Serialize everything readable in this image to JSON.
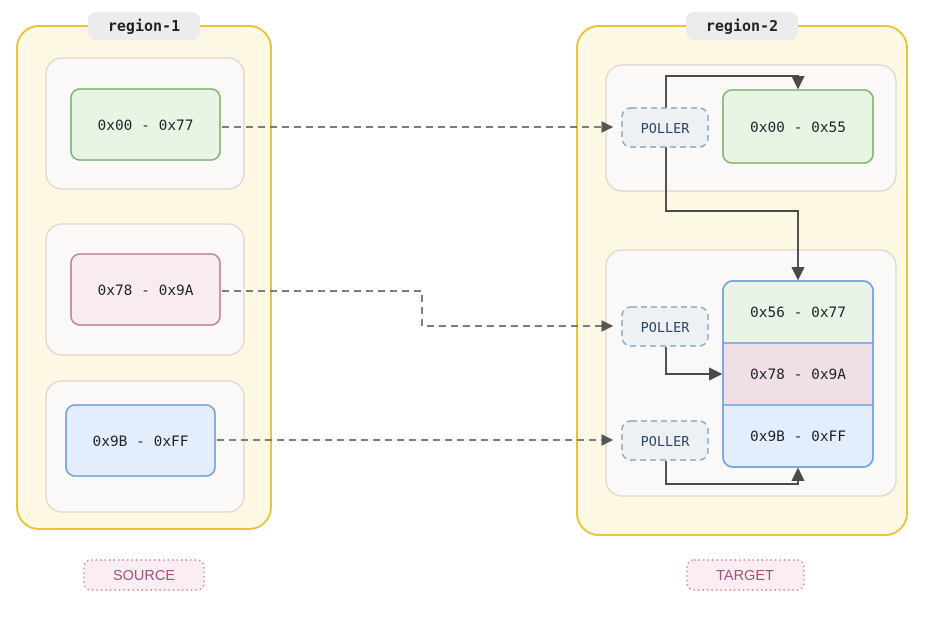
{
  "diagram": {
    "title_visible": false,
    "background": "#ffffff",
    "regions": [
      {
        "id": "region-1",
        "label": "region-1",
        "role_label": "SOURCE",
        "border_color": "#e8c33c",
        "fill_color": "#fdf8e3",
        "cards": [
          {
            "id": "src-card-1",
            "block": {
              "text": "0x00 - 0x77",
              "fill": "#e9f5e4",
              "border": "#7cb36a",
              "text_color": "#1f2328"
            }
          },
          {
            "id": "src-card-2",
            "block": {
              "text": "0x78 - 0x9A",
              "fill": "#f9ecf1",
              "border": "#c07e9b",
              "text_color": "#1f2328"
            }
          },
          {
            "id": "src-card-3",
            "block": {
              "text": "0x9B - 0xFF",
              "fill": "#e4edfb",
              "border": "#6a9ee0",
              "text_color": "#1f2328"
            }
          }
        ]
      },
      {
        "id": "region-2",
        "label": "region-2",
        "role_label": "TARGET",
        "border_color": "#e8c33c",
        "fill_color": "#fdf8e3",
        "cards": [
          {
            "id": "tgt-card-1",
            "poller": {
              "text": "POLLER",
              "fill": "#eef1f4",
              "border": "#8ba6bf",
              "text_color": "#2f4560"
            },
            "blocks": [
              {
                "text": "0x00 - 0x55",
                "fill": "#e9f5e4",
                "border": "#7cb36a",
                "text_color": "#1f2328"
              }
            ]
          },
          {
            "id": "tgt-card-2",
            "pollers": [
              {
                "text": "POLLER",
                "fill": "#eef1f4",
                "border": "#8ba6bf",
                "text_color": "#2f4560"
              },
              {
                "text": "POLLER",
                "fill": "#eef1f4",
                "border": "#8ba6bf",
                "text_color": "#2f4560"
              }
            ],
            "stack_border": "#6a9ee0",
            "blocks": [
              {
                "text": "0x56 - 0x77",
                "fill": "#e9f3e6",
                "text_color": "#1f2328"
              },
              {
                "text": "0x78 - 0x9A",
                "fill": "#f1dfe6",
                "text_color": "#1f2328"
              },
              {
                "text": "0x9B - 0xFF",
                "fill": "#e4edfb",
                "text_color": "#1f2328"
              }
            ]
          }
        ]
      }
    ],
    "role_badges": [
      {
        "text": "SOURCE",
        "fill": "#fbeef3",
        "border": "#d4789e",
        "text_color": "#a4527a"
      },
      {
        "text": "TARGET",
        "fill": "#fbeef3",
        "border": "#d4789e",
        "text_color": "#a4527a"
      }
    ],
    "edges": {
      "dashed_color": "#6b6b6b",
      "solid_color": "#4a4a4a",
      "links": [
        {
          "from": "0x00 - 0x77",
          "to": "POLLER (top)",
          "style": "dashed"
        },
        {
          "from": "0x78 - 0x9A",
          "to": "POLLER (middle)",
          "style": "dashed"
        },
        {
          "from": "0x9B - 0xFF",
          "to": "POLLER (bottom)",
          "style": "dashed"
        },
        {
          "from": "POLLER (top)",
          "to": "0x00 - 0x55",
          "style": "solid"
        },
        {
          "from": "POLLER (top)",
          "to": "0x56 - 0x77",
          "style": "solid"
        },
        {
          "from": "POLLER (middle)",
          "to": "0x78 - 0x9A",
          "style": "solid"
        },
        {
          "from": "POLLER (bottom)",
          "to": "0x9B - 0xFF",
          "style": "solid"
        }
      ]
    },
    "card_style": {
      "fill": "#faf9f8",
      "border": "#ddcfc9"
    },
    "region_label_style": {
      "fill": "#ececed",
      "text_color": "#1f2328"
    }
  }
}
